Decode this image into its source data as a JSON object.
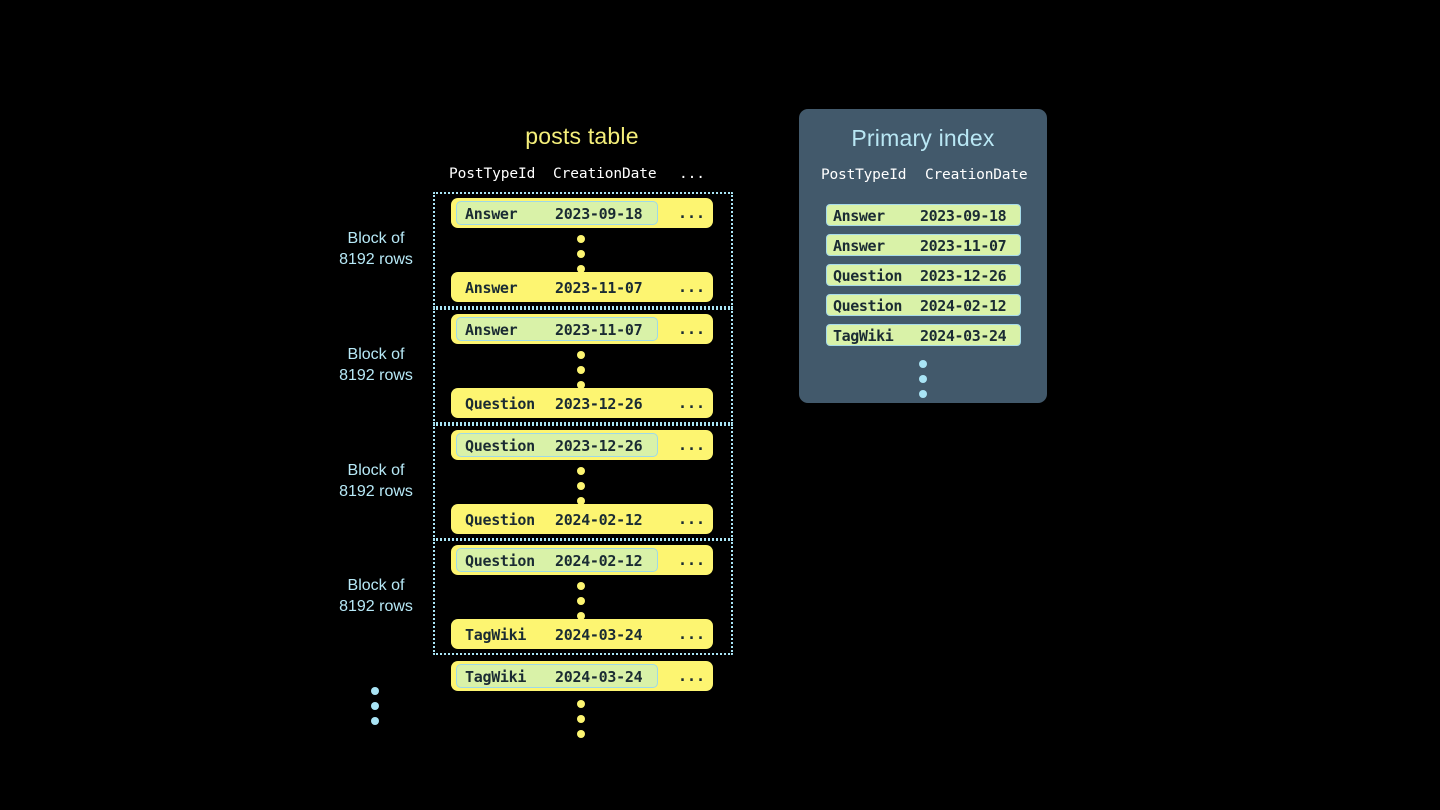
{
  "posts_table": {
    "title": "posts table",
    "columns": {
      "type": "PostTypeId",
      "date": "CreationDate",
      "more": "..."
    },
    "blocks": [
      {
        "label_line1": "Block of",
        "label_line2": "8192 rows",
        "first_row": {
          "type": "Answer",
          "date": "2023-09-18",
          "more": "...",
          "highlighted": true
        },
        "last_row": {
          "type": "Answer",
          "date": "2023-11-07",
          "more": "...",
          "highlighted": false
        }
      },
      {
        "label_line1": "Block of",
        "label_line2": "8192 rows",
        "first_row": {
          "type": "Answer",
          "date": "2023-11-07",
          "more": "...",
          "highlighted": true
        },
        "last_row": {
          "type": "Question",
          "date": "2023-12-26",
          "more": "...",
          "highlighted": false
        }
      },
      {
        "label_line1": "Block of",
        "label_line2": "8192 rows",
        "first_row": {
          "type": "Question",
          "date": "2023-12-26",
          "more": "...",
          "highlighted": true
        },
        "last_row": {
          "type": "Question",
          "date": "2024-02-12",
          "more": "...",
          "highlighted": false
        }
      },
      {
        "label_line1": "Block of",
        "label_line2": "8192 rows",
        "first_row": {
          "type": "Question",
          "date": "2024-02-12",
          "more": "...",
          "highlighted": true
        },
        "last_row": {
          "type": "TagWiki",
          "date": "2024-03-24",
          "more": "...",
          "highlighted": false
        }
      }
    ],
    "trailing_row": {
      "type": "TagWiki",
      "date": "2024-03-24",
      "more": "...",
      "highlighted": true
    }
  },
  "primary_index": {
    "title": "Primary index",
    "columns": {
      "type": "PostTypeId",
      "date": "CreationDate"
    },
    "rows": [
      {
        "type": "Answer",
        "date": "2023-09-18"
      },
      {
        "type": "Answer",
        "date": "2023-11-07"
      },
      {
        "type": "Question",
        "date": "2023-12-26"
      },
      {
        "type": "Question",
        "date": "2024-02-12"
      },
      {
        "type": "TagWiki",
        "date": "2024-03-24"
      }
    ]
  },
  "colors": {
    "background": "#000000",
    "row_yellow": "#fdf571",
    "highlight_green": "#d9f2a8",
    "highlight_border": "#9ed9e8",
    "accent_blue": "#a9e4f5",
    "panel_slate": "#42596b",
    "title_yellow": "#f5ef7a",
    "title_blue": "#b9e7f4",
    "text_dark": "#1a2b33"
  }
}
